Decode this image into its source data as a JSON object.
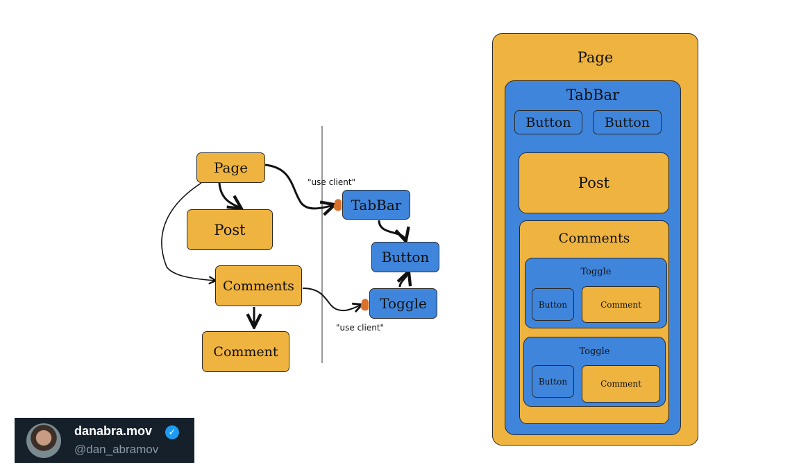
{
  "graph": {
    "nodes": {
      "page": "Page",
      "post": "Post",
      "comments": "Comments",
      "comment": "Comment",
      "tabbar": "TabBar",
      "button": "Button",
      "toggle": "Toggle"
    },
    "annotations": {
      "use_client_top": "\"use client\"",
      "use_client_bottom": "\"use client\""
    }
  },
  "tree": {
    "page": "Page",
    "tabbar": "TabBar",
    "tab_button_1": "Button",
    "tab_button_2": "Button",
    "post": "Post",
    "comments": "Comments",
    "toggle_1": {
      "title": "Toggle",
      "button": "Button",
      "comment": "Comment"
    },
    "toggle_2": {
      "title": "Toggle",
      "button": "Button",
      "comment": "Comment"
    }
  },
  "author": {
    "name": "danabra.mov",
    "handle": "@dan_abramov"
  },
  "colors": {
    "server": "#efb33f",
    "client": "#3f85db",
    "boundary_dot": "#d9702b",
    "badge_bg": "#15202b",
    "verified": "#1d9bf0"
  }
}
